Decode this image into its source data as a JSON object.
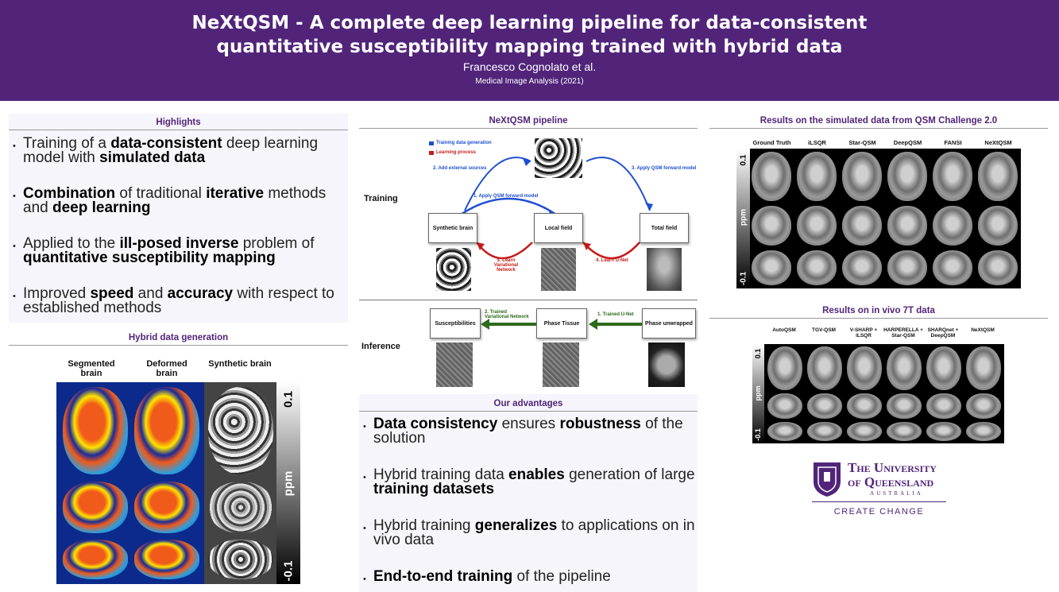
{
  "header": {
    "title_line1": "NeXtQSM - A complete deep learning pipeline for data-consistent",
    "title_line2": "quantitative susceptibility mapping trained with hybrid data",
    "author": "Francesco Cognolato et al.",
    "journal": "Medical Image Analysis (2021)"
  },
  "highlights": {
    "title": "Highlights",
    "items": [
      [
        [
          "Training of a ",
          false
        ],
        [
          "data-consistent",
          true
        ],
        [
          " deep learning model with ",
          false
        ],
        [
          "simulated data",
          true
        ]
      ],
      [
        [
          "Combination",
          true
        ],
        [
          " of traditional ",
          false
        ],
        [
          "iterative",
          true
        ],
        [
          " methods and ",
          false
        ],
        [
          "deep learning",
          true
        ]
      ],
      [
        [
          "Applied to the ",
          false
        ],
        [
          "ill-posed inverse",
          true
        ],
        [
          " problem of ",
          false
        ],
        [
          "quantitative susceptibility mapping",
          true
        ]
      ],
      [
        [
          "Improved ",
          false
        ],
        [
          "speed",
          true
        ],
        [
          " and ",
          false
        ],
        [
          "accuracy",
          true
        ],
        [
          " with respect to established methods",
          false
        ]
      ]
    ]
  },
  "hybrid": {
    "title": "Hybrid data generation",
    "col1": "Segmented brain",
    "col2": "Deformed brain",
    "col3": "Synthetic brain",
    "cbar_top": "0.1",
    "cbar_mid": "ppm",
    "cbar_bot": "-0.1"
  },
  "pipeline": {
    "title": "NeXtQSM pipeline",
    "training_label": "Training",
    "inference_label": "Inference",
    "legend_gen": "Training data generation",
    "legend_learn": "Learning process",
    "step1": "1. Apply QSM forward model",
    "step2": "2. Add external sources",
    "step3": "3. Apply QSM forward model",
    "step4": "4. Learn U-Net",
    "step5": "5. Learn Variational Network",
    "box_synth": "Synthetic brain",
    "box_local": "Local field",
    "box_total": "Total field",
    "inf_step1": "1. Trained U-Net",
    "inf_step2": "2. Trained Variational Network",
    "box_susc": "Susceptibilities",
    "box_phase_tissue": "Phase Tissue",
    "box_phase_unwrapped": "Phase unwrapped"
  },
  "advantages": {
    "title": "Our advantages",
    "items": [
      [
        [
          "Data consistency",
          true
        ],
        [
          " ensures ",
          false
        ],
        [
          "robustness",
          true
        ],
        [
          " of the solution",
          false
        ]
      ],
      [
        [
          "Hybrid training data ",
          false
        ],
        [
          "enables",
          true
        ],
        [
          " generation of large ",
          false
        ],
        [
          "training datasets",
          true
        ]
      ],
      [
        [
          "Hybrid training ",
          false
        ],
        [
          "generalizes",
          true
        ],
        [
          " to applications on in vivo data",
          false
        ]
      ],
      [
        [
          "End-to-end training",
          true
        ],
        [
          " of the pipeline",
          false
        ]
      ]
    ]
  },
  "sim_results": {
    "title": "Results on the simulated data from QSM Challenge 2.0",
    "methods": [
      "Ground Truth",
      "iLSQR",
      "Star-QSM",
      "DeepQSM",
      "FANSI",
      "NeXtQSM"
    ],
    "cbar_top": "0.1",
    "cbar_mid": "ppm",
    "cbar_bot": "-0.1"
  },
  "vivo_results": {
    "title": "Results on in vivo 7T data",
    "methods": [
      "AutoQSM",
      "TGV-QSM",
      "V-SHARP + iLSQR",
      "HARPERELLA + Star-QSM",
      "SHARQnet + DeepQSM",
      "NeXtQSM"
    ],
    "cbar_top": "0.1",
    "cbar_mid": "ppm",
    "cbar_bot": "-0.1"
  },
  "logo": {
    "line1": "The University",
    "line2": "of Queensland",
    "line3": "AUSTRALIA",
    "tagline": "CREATE CHANGE"
  },
  "colors": {
    "brand_purple": "#51247a",
    "panel_bg": "#f7f5fc"
  }
}
